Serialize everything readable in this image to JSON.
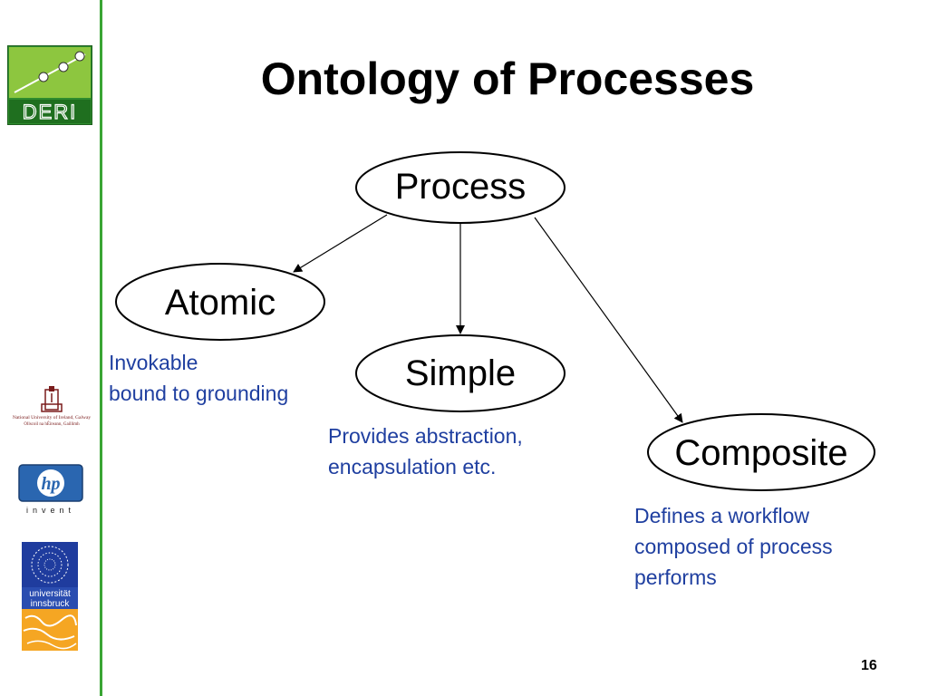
{
  "slide": {
    "title": "Ontology of Processes",
    "page_number": "16"
  },
  "logos": {
    "deri_text": "DERI",
    "nuig_line1": "National University of Ireland, Galway",
    "nuig_line2": "Ollscoil na hÉireann, Gaillimh",
    "hp_text": "hp",
    "hp_tagline": "invent",
    "uibk_line1": "universität",
    "uibk_line2": "innsbruck"
  },
  "diagram": {
    "nodes": {
      "process": "Process",
      "atomic": "Atomic",
      "simple": "Simple",
      "composite": "Composite"
    },
    "notes": {
      "atomic": [
        "Invokable",
        "bound to grounding"
      ],
      "simple": [
        "Provides abstraction,",
        "encapsulation etc."
      ],
      "composite": [
        "Defines a workflow",
        "composed of process",
        "performs"
      ]
    }
  },
  "colors": {
    "side_line": "#3aa534",
    "note_text": "#1f3fa0",
    "deri_green": "#2e8b2e"
  }
}
